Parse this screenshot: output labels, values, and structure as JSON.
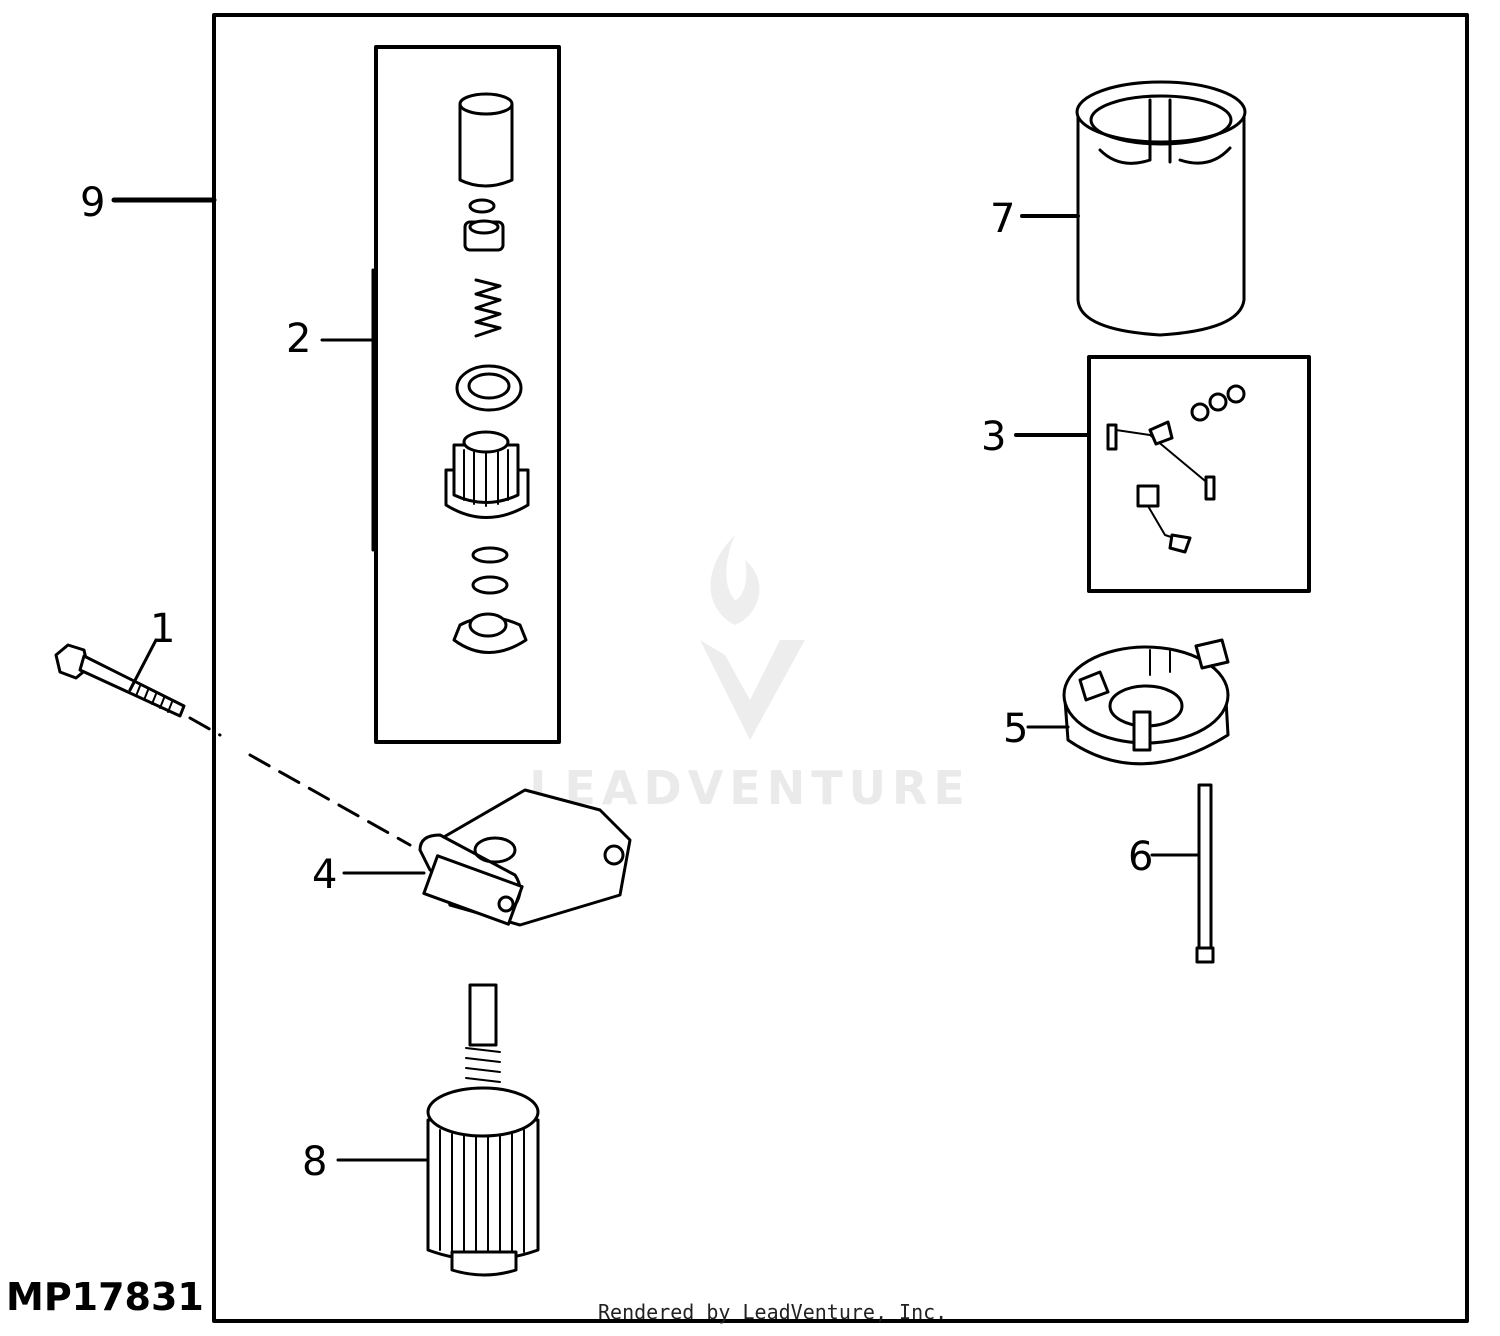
{
  "figure_id": "MP17831",
  "credit": "Rendered by LeadVenture, Inc.",
  "watermark": "LEADVENTURE",
  "callouts": [
    {
      "label": "1",
      "part": "bolt"
    },
    {
      "label": "2",
      "part": "drive-kit"
    },
    {
      "label": "3",
      "part": "brush-kit"
    },
    {
      "label": "4",
      "part": "drive-end-cap"
    },
    {
      "label": "5",
      "part": "commutator-end-cap"
    },
    {
      "label": "6",
      "part": "through-bolt"
    },
    {
      "label": "7",
      "part": "housing"
    },
    {
      "label": "8",
      "part": "armature"
    },
    {
      "label": "9",
      "part": "starter-assembly"
    }
  ]
}
